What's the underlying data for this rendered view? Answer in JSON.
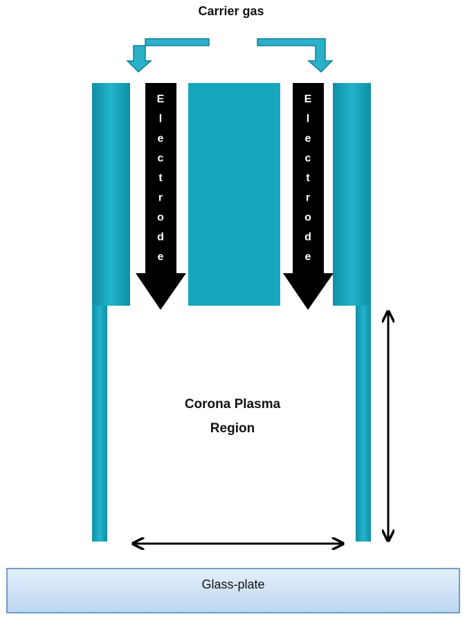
{
  "labels": {
    "carrier_gas": "Carrier gas",
    "electrode_left": "Electrode",
    "electrode_right": "Electrode",
    "plasma_line1": "Corona Plasma",
    "plasma_line2": "Region",
    "glass_plate": "Glass-plate"
  },
  "colors": {
    "wall_teal": "#1aa7bf",
    "wall_teal_dark": "#0f7f93",
    "electrode": "#000000",
    "glass_fill": "#cfe3f7",
    "arrow": "#000000"
  },
  "icons": {
    "gas_inlet": "bent-arrow-down-icon",
    "dimension": "double-headed-arrow-icon"
  }
}
